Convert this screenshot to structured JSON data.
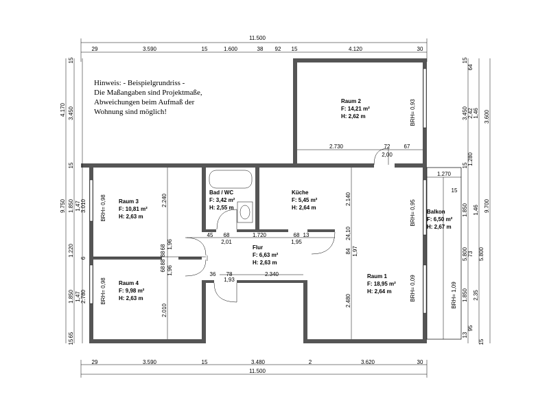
{
  "note": {
    "lines": [
      "Hinweis: - Beispielgrundriss -",
      "Die Maßangaben sind Projektmaße,",
      "Abweichungen beim Aufmaß der",
      "Wohnung sind möglich!"
    ]
  },
  "rooms": [
    {
      "name": "Raum 2",
      "area": "F: 14,21 m²",
      "height": "H: 2,62 m",
      "brh": "BRH= 0,93"
    },
    {
      "name": "Raum 3",
      "area": "F: 10,81 m²",
      "height": "H: 2,63 m",
      "brh": "BRH= 0,98"
    },
    {
      "name": "Bad / WC",
      "area": "F: 3,42 m²",
      "height": "H: 2,55 m"
    },
    {
      "name": "Küche",
      "area": "F: 5,45 m²",
      "height": "H: 2,64 m",
      "brh": "BRH= 0,95"
    },
    {
      "name": "Balkon",
      "area": "F: 6,50 m²",
      "height": "H: 2,67 m",
      "brh": "BRH= 1,09"
    },
    {
      "name": "Flur",
      "area": "F: 6,63 m²",
      "height": "H: 2,63 m"
    },
    {
      "name": "Raum 4",
      "area": "F: 9,98 m²",
      "height": "H: 2,63 m",
      "brh": "BRH= 0,98"
    },
    {
      "name": "Raum 1",
      "area": "F: 18,95 m²",
      "height": "H: 2,64 m",
      "brh": "BRH= 0,09"
    }
  ],
  "dims": {
    "top_total": "11.500",
    "top_segments": [
      "29",
      "3.590",
      "15",
      "1.600",
      "38",
      "92",
      "15",
      "4.120",
      "30"
    ],
    "bottom_total": "11.500",
    "bottom_segments": [
      "29",
      "3.590",
      "15",
      "3.480",
      "2",
      "3.620",
      "30"
    ],
    "left_outer": [
      "4.170",
      "9.750"
    ],
    "left_inner": [
      "15",
      "3.450",
      "15",
      "1.850",
      "1.220",
      "1.850",
      "65",
      "15"
    ],
    "left_wall": [
      "1,47",
      "3.010",
      "6",
      "1,47",
      "2.780"
    ],
    "right_outer": [
      "3.600",
      "9.700"
    ],
    "right_inner": [
      "15",
      "64",
      "3.450",
      "2,42",
      "1,46",
      "1.280",
      "15",
      "1.850",
      "1,46",
      "73",
      "5.800",
      "1.850",
      "2,35",
      "95",
      "13",
      "15"
    ],
    "interior": {
      "raum2_width": "2.730",
      "raum2_door": "72",
      "raum2_door_h": "2,00",
      "raum2_right": "67",
      "balkon_width": "1.270",
      "balkon_15": "15",
      "raum3_height": "2.240",
      "raum4_height": "2.010",
      "raum3_door": [
        "68",
        "1,96",
        "88"
      ],
      "raum4_door": [
        "68",
        "1,96",
        "88"
      ],
      "flur_top": [
        "45",
        "68",
        "1.720",
        "68",
        "13"
      ],
      "flur_top2": [
        "2,01",
        "1,95"
      ],
      "kueche_height": "2.140",
      "kueche_door": [
        "24,10",
        "84",
        "1,97"
      ],
      "flur_bottom": [
        "36",
        "78",
        "2.340"
      ],
      "flur_bottom2": "1,93",
      "raum1_height": "2.480",
      "dim_5800": "5.800"
    }
  }
}
